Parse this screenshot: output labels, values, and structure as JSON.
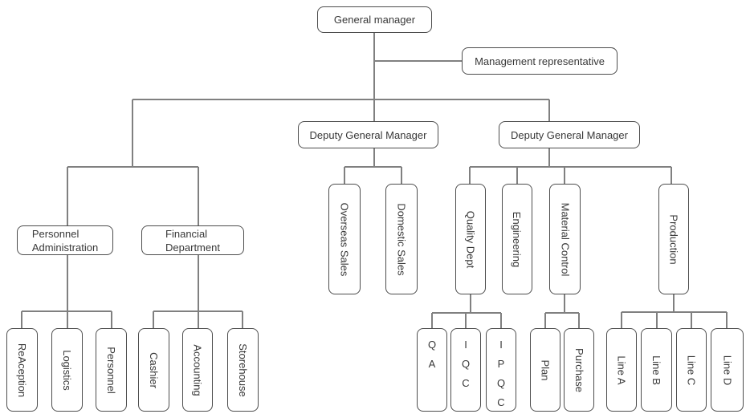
{
  "diagram": {
    "type": "org-chart",
    "colors": {
      "connector": "#808080",
      "node_border": "#4d4d4d",
      "node_text": "#383838",
      "background": "#ffffff"
    },
    "nodes": {
      "general_manager": "General manager",
      "management_representative": "Management representative",
      "deputy_general_manager_1": "Deputy General Manager",
      "deputy_general_manager_2": "Deputy General Manager",
      "personnel_administration": "Personnel\nAdministration",
      "financial_department": "Financial\nDepartment",
      "overseas_sales": "Overseas Sales",
      "domestic_sales": "Domestic Sales",
      "quality_dept": "Quality Dept",
      "engineering": "Engineering",
      "material_control": "Material Control",
      "production": "Production",
      "reaception": "ReAception",
      "logistics": "Logistics",
      "personnel": "Personnel",
      "cashier": "Cashier",
      "accounting": "Accounting",
      "storehouse": "Storehouse",
      "qa": "Q\nA",
      "iqc": "I\nQ\nC",
      "ipqc": "I\nP\nQ\nC",
      "plan": "Plan",
      "purchase": "Purchase",
      "line_a": "Line A",
      "line_b": "Line B",
      "line_c": "Line C",
      "line_d": "Line D"
    },
    "hierarchy_note": "General manager > Management representative (staff); General manager > 2 Deputy General Managers + Personnel Administration + Financial Department branch; Deputy 1 > Overseas Sales, Domestic Sales; Deputy 2 > Quality Dept (QA, IQC, IPQC), Engineering, Material Control (Plan, Purchase), Production (Line A-D); Personnel Administration > ReAception, Logistics, Personnel; Financial Department > Cashier, Accounting, Storehouse"
  }
}
